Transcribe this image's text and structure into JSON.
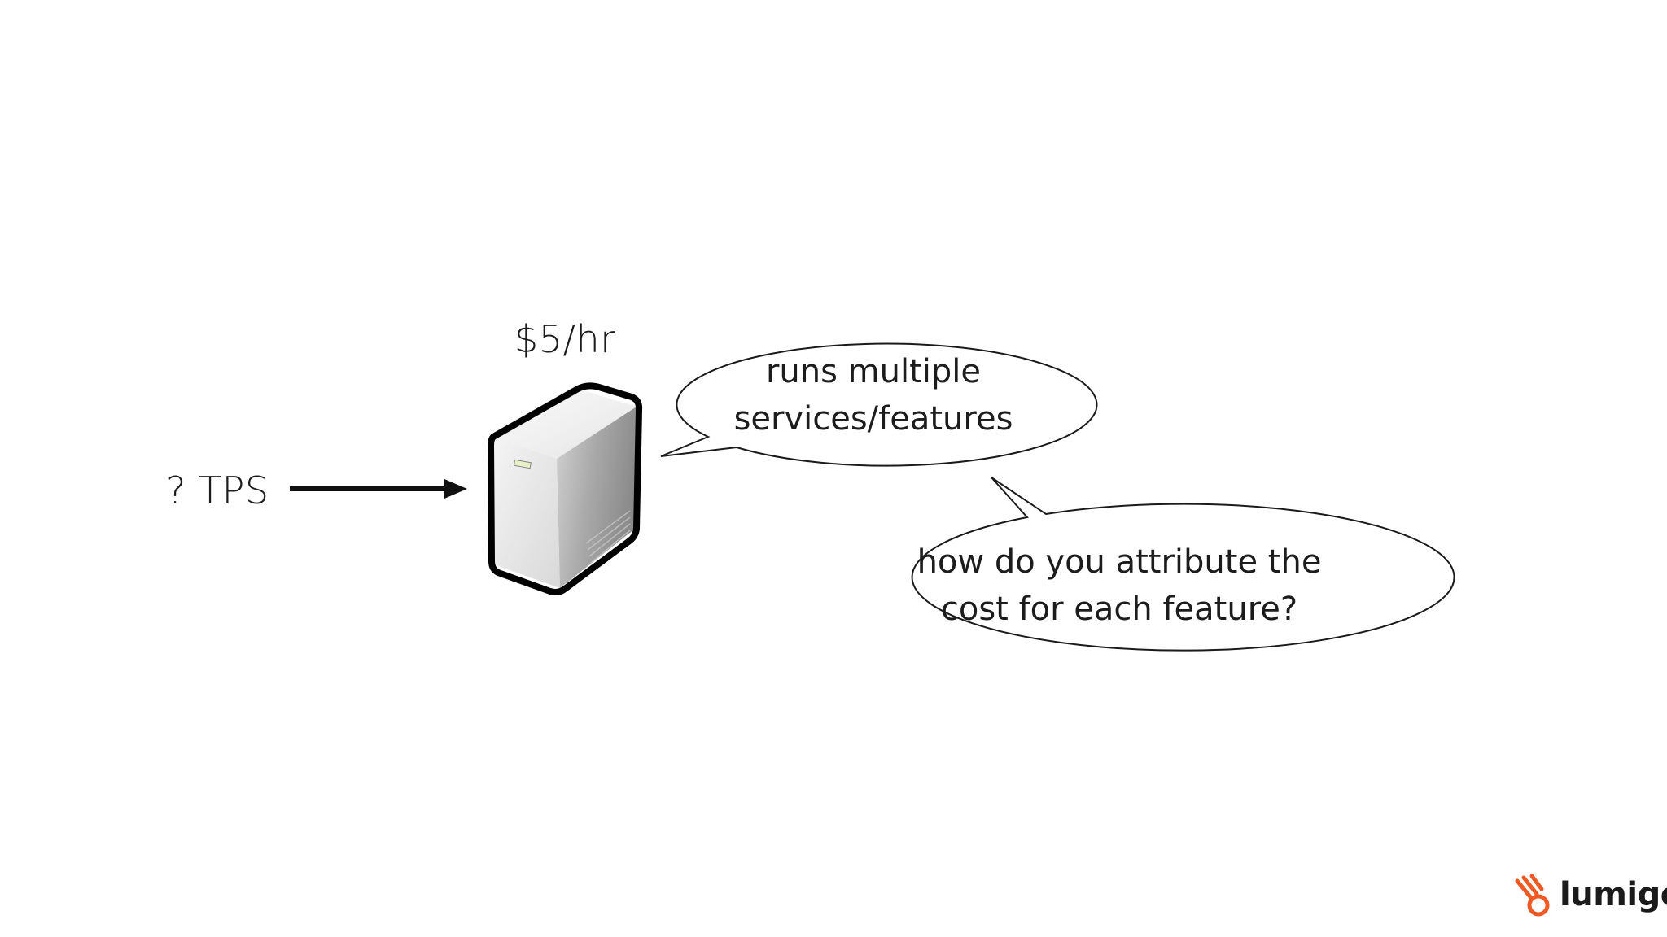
{
  "slide": {
    "server_price": "$5/hr",
    "input_label": "? TPS",
    "bubble_runs": {
      "line1": "runs multiple",
      "line2": "services/features"
    },
    "bubble_question": {
      "line1": "how do you attribute the",
      "line2": "cost for each feature?"
    }
  },
  "icons": {
    "server": "server-tower-icon",
    "arrow": "arrow-right-icon",
    "logo_mark": "lumigo-logo-icon"
  },
  "brand": {
    "name": "lumigo",
    "accent_color": "#ef5a24"
  }
}
